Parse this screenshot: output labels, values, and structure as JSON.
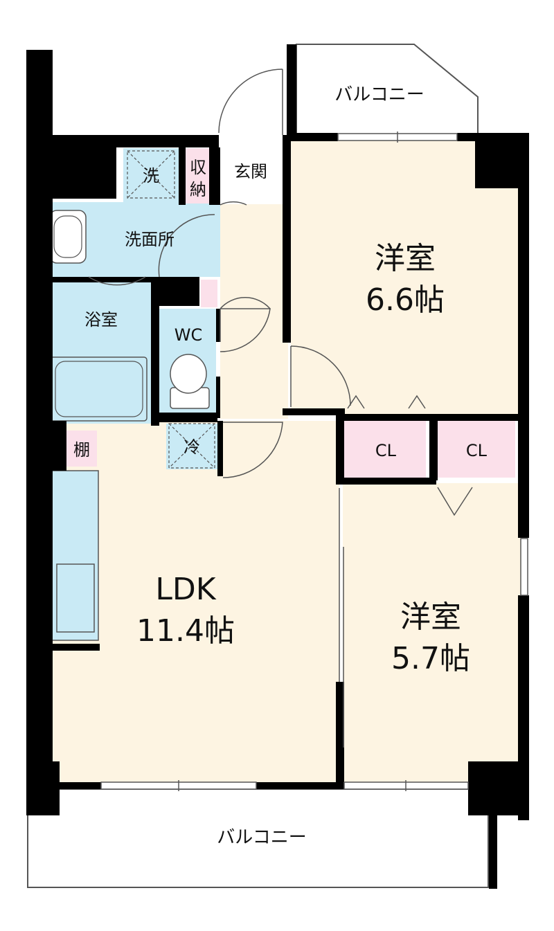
{
  "labels": {
    "balcony_top": "バルコニー",
    "balcony_bottom": "バルコニー",
    "washer": "洗",
    "storage_1": "収",
    "storage_2": "納",
    "entrance": "玄関",
    "washroom": "洗面所",
    "bathroom": "浴室",
    "wc": "WC",
    "shelf": "棚",
    "fridge": "冷",
    "room1_name": "洋室",
    "room1_size": "6.6帖",
    "room2_name": "洋室",
    "room2_size": "5.7帖",
    "ldk_name": "LDK",
    "ldk_size": "11.4帖",
    "closet_1": "CL",
    "closet_2": "CL"
  },
  "colors": {
    "floor": "#fdf4e2",
    "wet_area": "#c9eaf5",
    "storage": "#fbe0ea",
    "wall": "#000000"
  }
}
